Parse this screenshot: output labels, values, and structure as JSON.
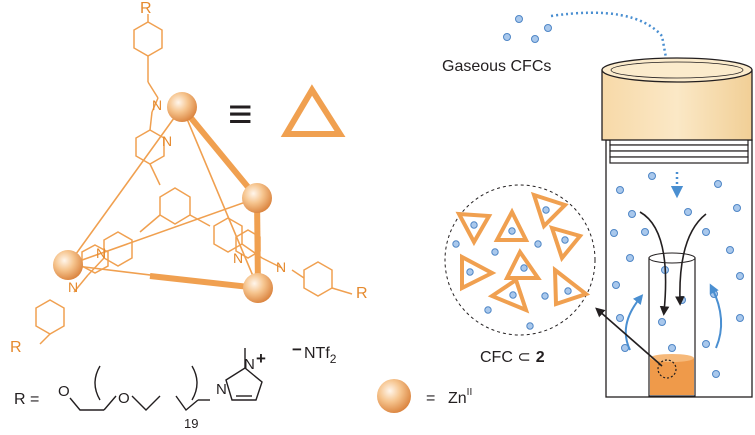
{
  "colors": {
    "orange": "#f0a050",
    "orange_dark": "#e58a2e",
    "blue_dot": "#a9c8ec",
    "blue_dot_stroke": "#4f86c6",
    "blue_arrow": "#4a8fd1",
    "black": "#231f20"
  },
  "left_structure": {
    "substituent_labels": [
      "R",
      "R",
      "R"
    ],
    "nitrogen_label": "N",
    "equivalence_symbol": "≡",
    "triangle_icon": "triangle-icon"
  },
  "r_group": {
    "lhs": "R =",
    "oxygen": "O",
    "repeat_index": "19",
    "nitrogen": "N",
    "charge": "+",
    "counterion_charge": "−",
    "counterion": "NTf",
    "counterion_subscript": "2"
  },
  "legend": {
    "zn_equals": "=",
    "zn_label": "Zn",
    "zn_oxidation": "II"
  },
  "right_panel": {
    "gas_label": "Gaseous CFCs",
    "inclusion_label": "CFC ⊂",
    "cage_number": "2"
  }
}
